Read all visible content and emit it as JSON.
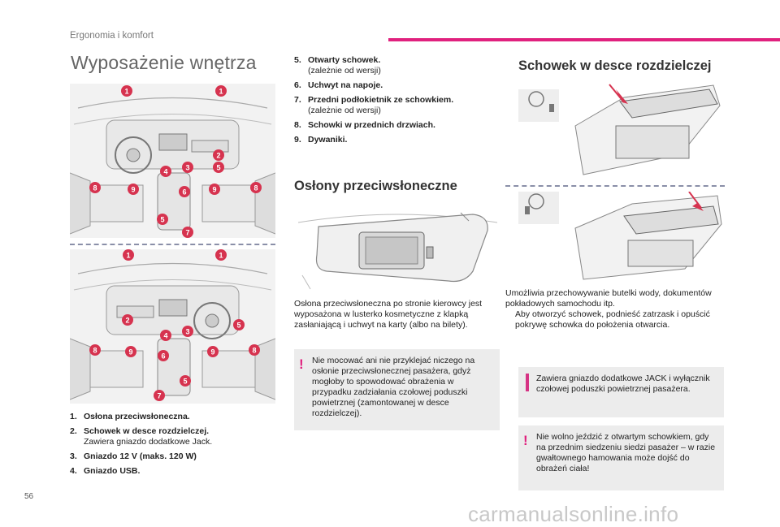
{
  "header": {
    "title": "Ergonomia i komfort"
  },
  "left": {
    "title": "Wyposażenie wnętrza",
    "items": [
      {
        "num": "1.",
        "label": "Osłona przeciwsłoneczna.",
        "sub": ""
      },
      {
        "num": "2.",
        "label": "Schowek w desce rozdzielczej.",
        "sub": "Zawiera gniazdo dodatkowe Jack."
      },
      {
        "num": "3.",
        "label": "Gniazdo 12 V (maks. 120 W)",
        "sub": ""
      },
      {
        "num": "4.",
        "label": "Gniazdo USB.",
        "sub": ""
      }
    ],
    "fig_numbers": [
      "1",
      "1",
      "2",
      "4",
      "3",
      "5",
      "8",
      "9",
      "6",
      "9",
      "8",
      "5",
      "7"
    ]
  },
  "middle": {
    "items": [
      {
        "num": "5.",
        "label": "Otwarty schowek.",
        "sub": "(zależnie od wersji)"
      },
      {
        "num": "6.",
        "label": "Uchwyt na napoje.",
        "sub": ""
      },
      {
        "num": "7.",
        "label": "Przedni podłokietnik ze schowkiem.",
        "sub": "(zależnie od wersji)"
      },
      {
        "num": "8.",
        "label": "Schowki w przednich drzwiach.",
        "sub": ""
      },
      {
        "num": "9.",
        "label": "Dywaniki.",
        "sub": ""
      }
    ],
    "title": "Osłony przeciwsłoneczne",
    "para": "Osłona przeciwsłoneczna po stronie kierowcy jest wyposażona w lusterko kosmetyczne z klapką zasłaniającą i uchwyt na karty (albo na bilety).",
    "warning": "Nie mocować ani nie przyklejać niczego na osłonie przeciwsłonecznej pasażera, gdyż mogłoby to spowodować obrażenia w przypadku zadziałania czołowej poduszki powietrznej (zamontowanej w desce rozdzielczej)."
  },
  "right": {
    "title": "Schowek w desce rozdzielczej",
    "para": "Umożliwia przechowywanie butelki wody, dokumentów pokładowych samochodu itp.",
    "bullet_symbol": "",
    "bullet": "Aby otworzyć schowek, podnieść zatrzask i opuścić pokrywę schowka do położenia otwarcia.",
    "info": "Zawiera gniazdo dodatkowe JACK i wyłącznik czołowej poduszki powietrznej pasażera.",
    "warning": "Nie wolno jeździć z otwartym schowkiem, gdy na przednim siedzeniu siedzi pasażer – w razie gwałtownego hamowania może dojść do obrażeń ciała!"
  },
  "footer": {
    "page": "56",
    "watermark": "carmanualsonline.info"
  },
  "colors": {
    "accent": "#e0217e",
    "callout": "#d6334f",
    "separator": "#8a8fa8"
  }
}
